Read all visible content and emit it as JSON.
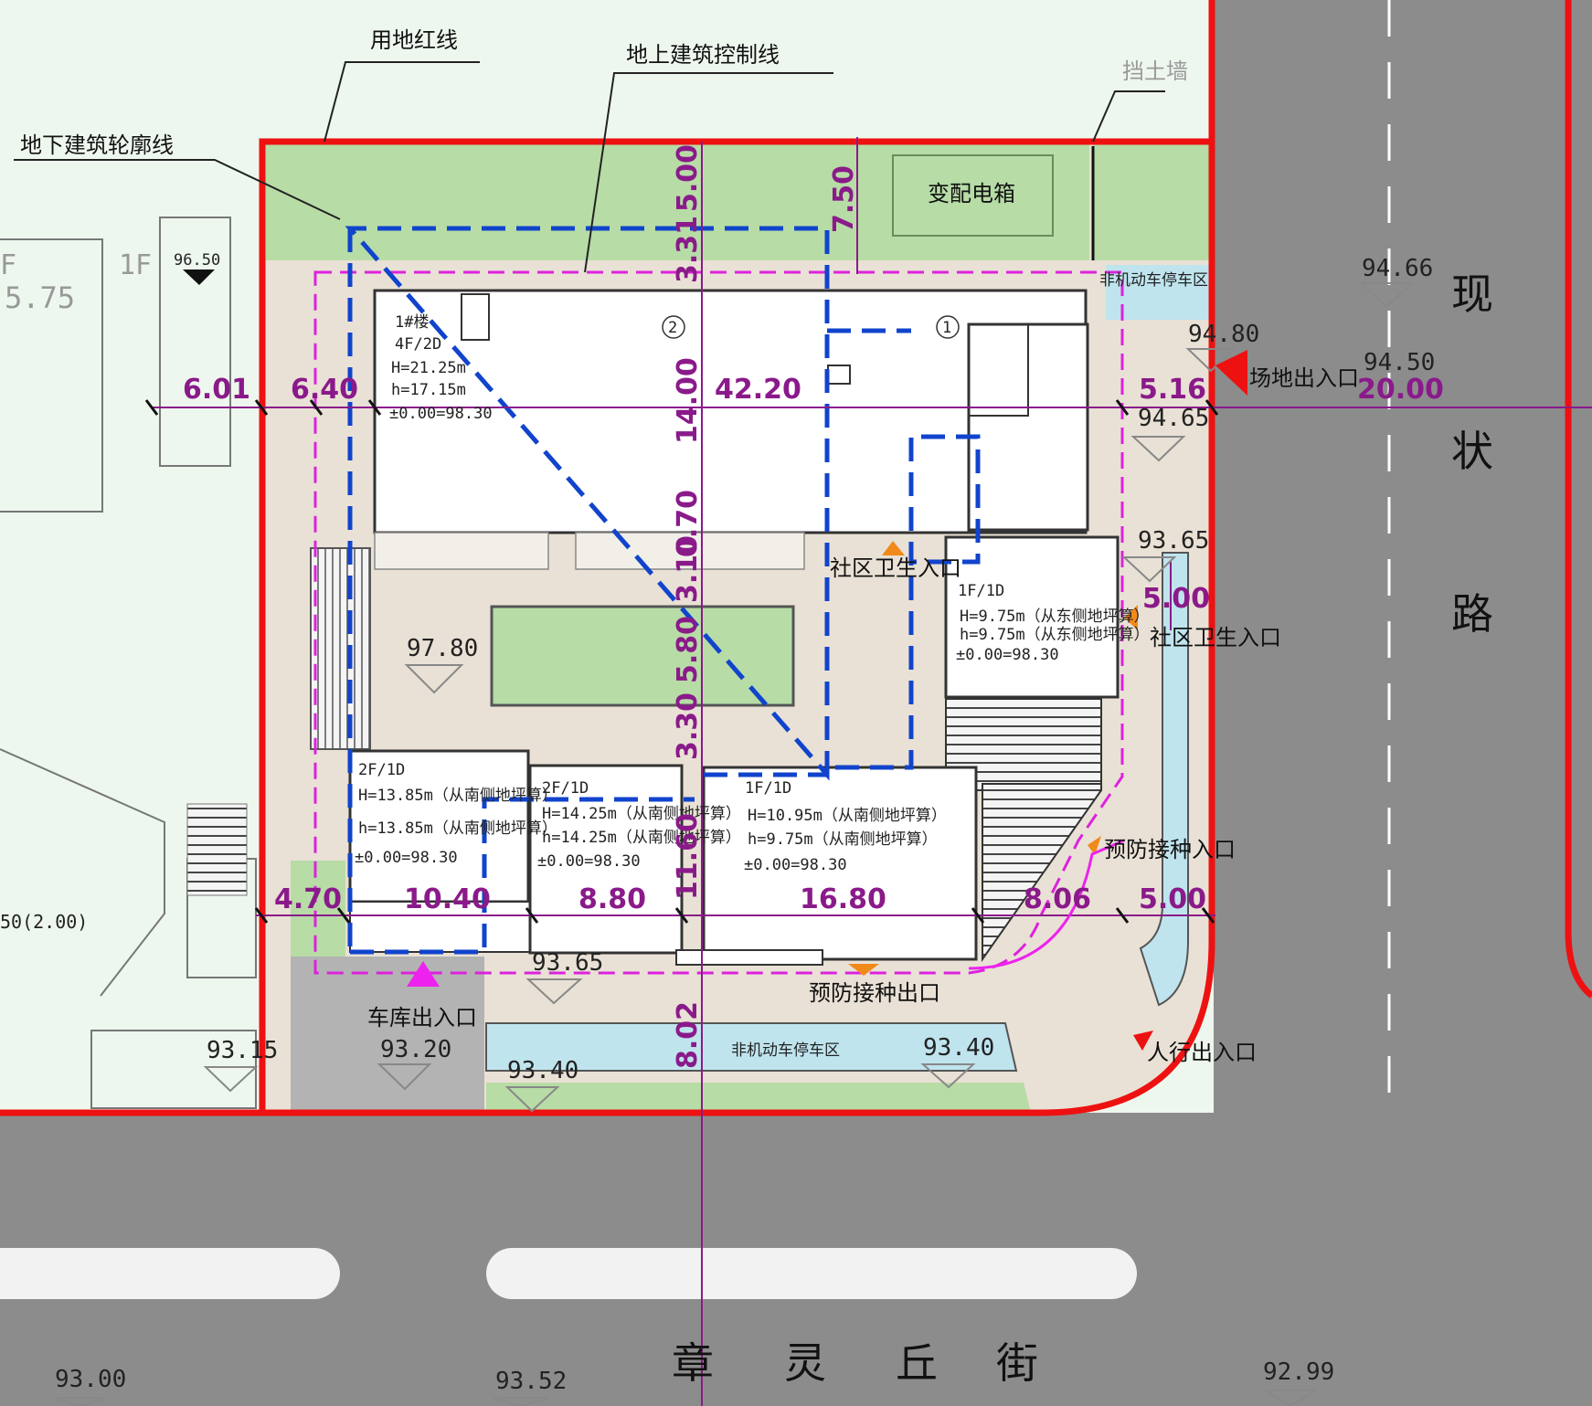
{
  "legend": {
    "redline": "用地红线",
    "above_ground_control": "地上建筑控制线",
    "underground_outline": "地下建筑轮廓线",
    "retaining_wall": "挡土墙"
  },
  "facilities": {
    "transformer_box": "变配电箱",
    "nonmotor_parking_east": "非机动车停车区",
    "nonmotor_parking_south": "非机动车停车区"
  },
  "roads": {
    "east_chars": [
      "现",
      "状",
      "路"
    ],
    "south_chars": [
      "章",
      "灵",
      "丘",
      "街"
    ]
  },
  "entrances": {
    "site_exit_entry": "场地出入口",
    "community_health_entry_inner": "社区卫生入口",
    "community_health_entry_east": "社区卫生入口",
    "vaccination_entry": "预防接种入口",
    "vaccination_exit": "预防接种出口",
    "garage_exit_entry": "车库出入口",
    "pedestrian_exit_entry": "人行出入口"
  },
  "buildings": {
    "b1": {
      "name": "1#楼",
      "floors": "4F/2D",
      "H": "H=21.25m",
      "h": "h=17.15m",
      "base": "±0.00=98.30",
      "circle1": "1",
      "circle2": "2"
    },
    "east_wing": {
      "floors": "1F/1D",
      "H": "H=9.75m（从东侧地坪算）",
      "h": "h=9.75m（从东侧地坪算）",
      "base": "±0.00=98.30"
    },
    "sw_block": {
      "floors": "2F/1D",
      "H": "H=13.85m（从南侧地坪算）",
      "h": "h=13.85m（从南侧地坪算）",
      "base": "±0.00=98.30"
    },
    "s_mid_block": {
      "floors": "2F/1D",
      "H": "H=14.25m（从南侧地坪算）",
      "h": "h=14.25m（从南侧地坪算）",
      "base": "±0.00=98.30"
    },
    "se_block": {
      "floors": "1F/1D",
      "H": "H=10.95m（从南侧地坪算）",
      "h": "h=9.75m（从南侧地坪算）",
      "base": "±0.00=98.30"
    }
  },
  "neighbor": {
    "floors_a": "F",
    "floors_b": "1F",
    "elev_a": "5.75",
    "elev_b": "96.50",
    "note": "50(2.00)"
  },
  "dimensions": {
    "h_top": [
      "6.01",
      "6.40",
      "42.20",
      "5.16",
      "20.00"
    ],
    "h_bottom": [
      "4.70",
      "10.40",
      "8.80",
      "16.80",
      "8.06",
      "5.00"
    ],
    "v_center": [
      "5.00",
      "3.31",
      "14.00",
      "0.70",
      "3.10",
      "5.80",
      "3.30",
      "11.60",
      "8.02"
    ],
    "v_misc": [
      "7.50",
      "5.00"
    ]
  },
  "elevations": {
    "e9466": "94.66",
    "e9480": "94.80",
    "e9450": "94.50",
    "e9465": "94.65",
    "e9365a": "93.65",
    "e9780": "97.80",
    "e9365b": "93.65",
    "e9315": "93.15",
    "e9320": "93.20",
    "e9340a": "93.40",
    "e9340b": "93.40",
    "e9300": "93.00",
    "e9352": "93.52",
    "e9299": "92.99"
  },
  "colors": {
    "redline": "#ee1111",
    "control_line": "#dd22dd",
    "underground_line": "#1144cc",
    "green": "#b7dca6",
    "paving": "#e9e1d5",
    "road": "#8c8c8c",
    "water_blue": "#bfe4ee",
    "dim_purple": "#8a1a8a"
  }
}
